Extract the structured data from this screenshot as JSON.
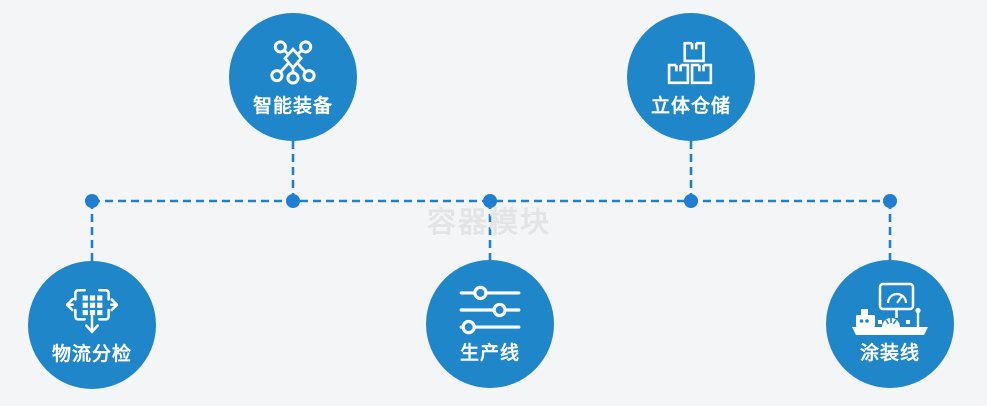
{
  "watermark": "容器模块",
  "colors": {
    "background": "#f4f5f6",
    "node_fill": "#1f86c9",
    "connector_blue": "#2280c8",
    "label_text": "#ffffff",
    "watermark_gray": "#e2e4e6"
  },
  "nodes": [
    {
      "id": "smart-equipment",
      "label": "智能装备",
      "icon": "network-nodes-icon",
      "position": "top-left"
    },
    {
      "id": "stereo-warehouse",
      "label": "立体仓储",
      "icon": "stacked-boxes-icon",
      "position": "top-right"
    },
    {
      "id": "logistics-sorting",
      "label": "物流分检",
      "icon": "sorting-arrows-icon",
      "position": "bottom-left"
    },
    {
      "id": "production-line",
      "label": "生产线",
      "icon": "sliders-icon",
      "position": "bottom-center"
    },
    {
      "id": "coating-line",
      "label": "涂装线",
      "icon": "machine-monitor-icon",
      "position": "bottom-right"
    }
  ]
}
